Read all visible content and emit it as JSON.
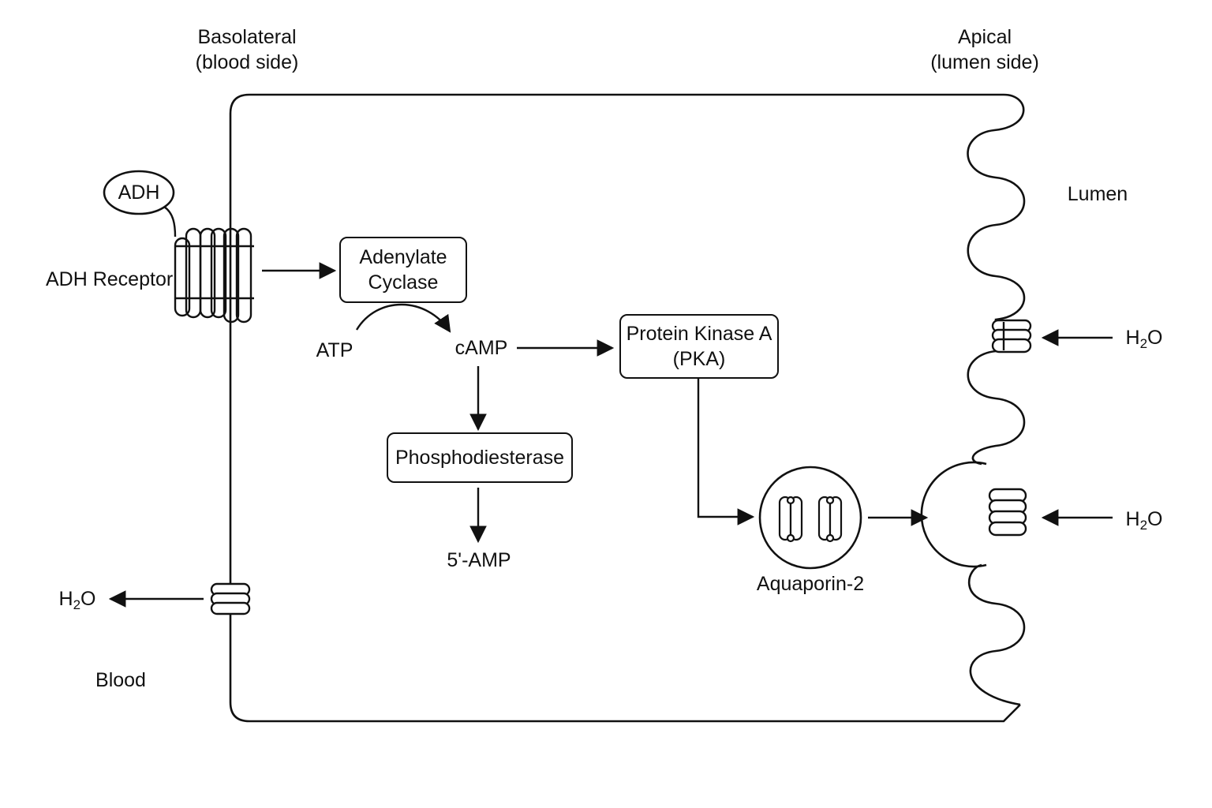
{
  "headings": {
    "basolateral_line1": "Basolateral",
    "basolateral_line2": "(blood side)",
    "apical_line1": "Apical",
    "apical_line2": "(lumen side)"
  },
  "labels": {
    "adh": "ADH",
    "adh_receptor": "ADH Receptor",
    "atp": "ATP",
    "camp": "cAMP",
    "five_amp": "5'-AMP",
    "aquaporin": "Aquaporin-2",
    "lumen": "Lumen",
    "blood": "Blood",
    "water_prefix": "H",
    "water_sub": "2",
    "water_suffix": "O"
  },
  "boxes": {
    "adenylate_cyclase_line1": "Adenylate",
    "adenylate_cyclase_line2": "Cyclase",
    "pka_line1": "Protein Kinase A",
    "pka_line2": "(PKA)",
    "phosphodiesterase": "Phosphodiesterase"
  },
  "colors": {
    "stroke": "#111111",
    "background": "#ffffff"
  }
}
